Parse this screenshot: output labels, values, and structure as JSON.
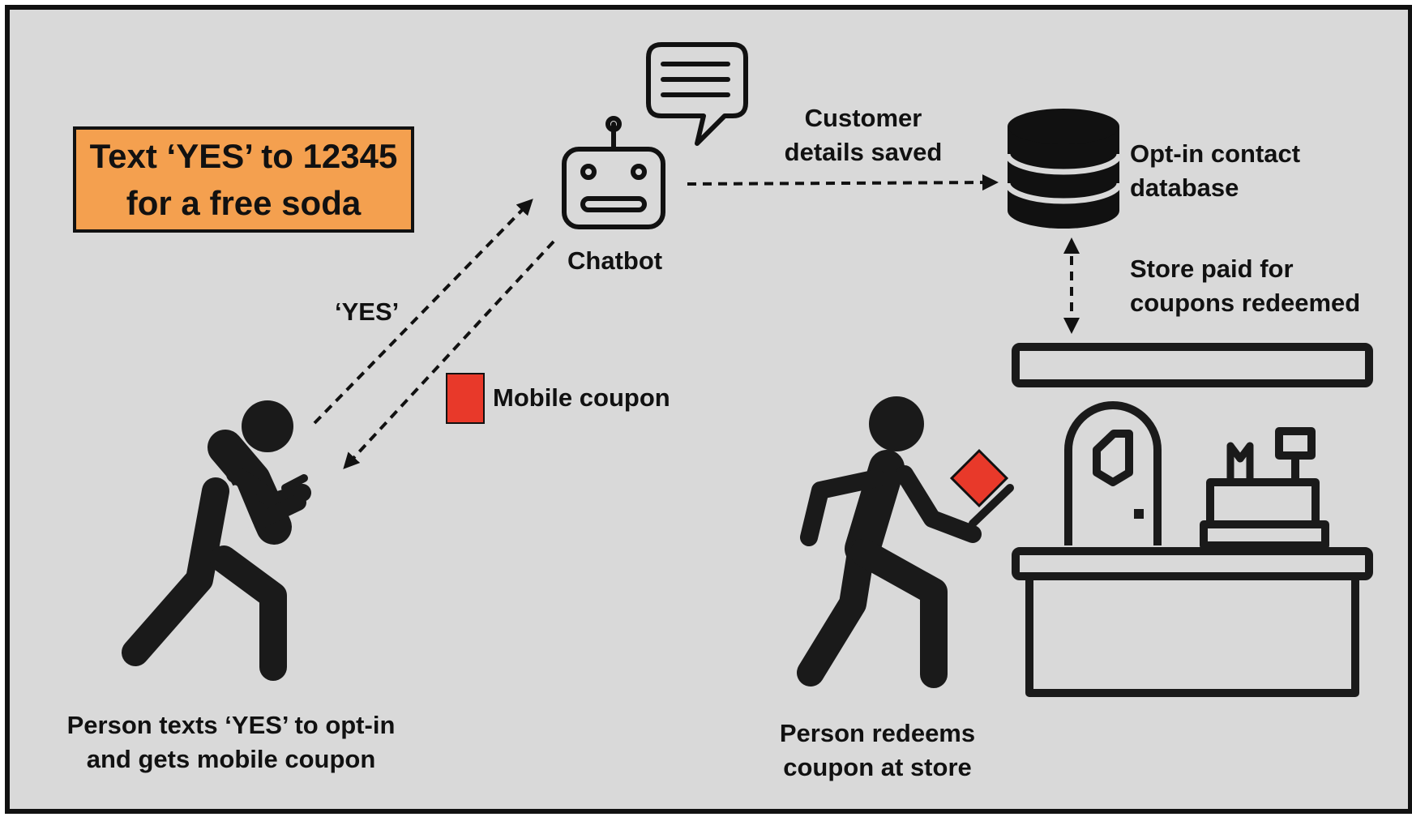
{
  "banner": {
    "line1": "Text ‘YES’ to 12345",
    "line2": "for a free soda"
  },
  "labels": {
    "chatbot": "Chatbot",
    "customer_details_line1": "Customer",
    "customer_details_line2": "details saved",
    "database_line1": "Opt-in contact",
    "database_line2": "database",
    "store_paid_line1": "Store paid for",
    "store_paid_line2": "coupons redeemed",
    "yes_reply": "‘YES’",
    "mobile_coupon": "Mobile coupon",
    "person_texts_line1": "Person texts ‘YES’ to opt-in",
    "person_texts_line2": "and gets mobile coupon",
    "person_redeems_line1": "Person redeems",
    "person_redeems_line2": "coupon at store"
  },
  "icons": {
    "chatbot": "robot-icon",
    "message": "speech-bubble-icon",
    "database": "database-icon",
    "coupon": "coupon-icon",
    "person_texting": "person-texting-icon",
    "person_walking": "person-walking-icon",
    "store": "store-counter-icon"
  },
  "colors": {
    "background": "#d9d9d9",
    "banner_fill": "#f4a04f",
    "coupon_red": "#e8392a",
    "ink": "#1a1a1a"
  }
}
